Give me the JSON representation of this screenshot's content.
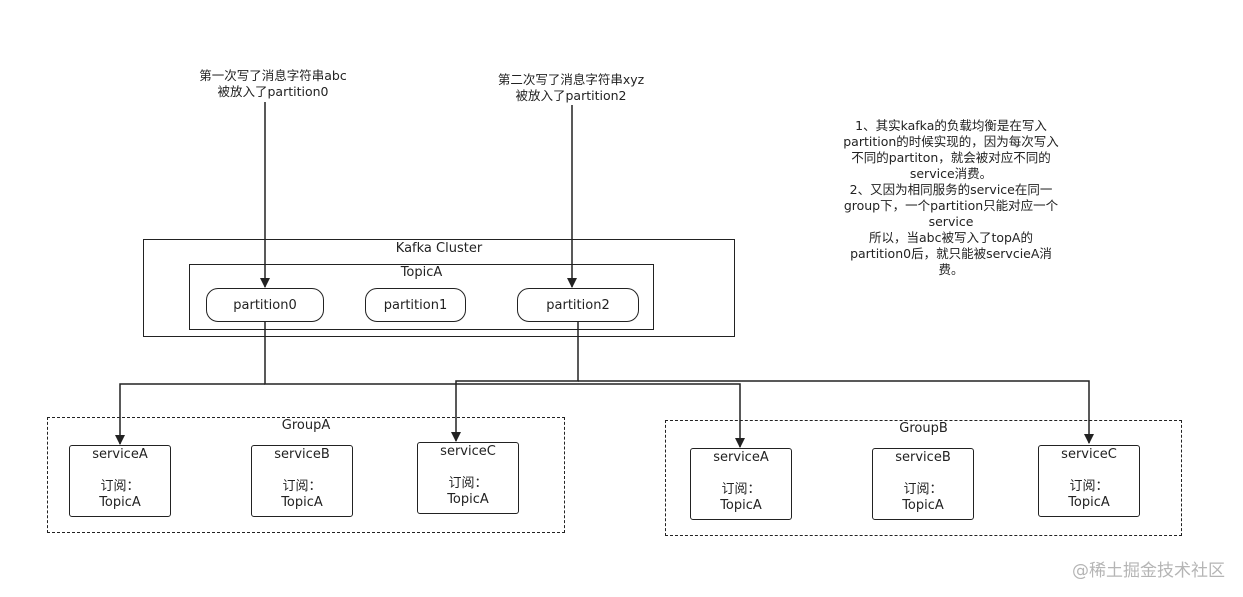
{
  "annotations": {
    "write_first": [
      "第一次写了消息字符串abc",
      "被放入了partition0"
    ],
    "write_second": [
      "第二次写了消息字符串xyz",
      "被放入了partition2"
    ],
    "explanation": [
      "1、其实kafka的负载均衡是在写入",
      "partition的时候实现的，因为每次写入",
      "不同的partiton，就会被对应不同的",
      "service消费。",
      "2、又因为相同服务的service在同一",
      "group下，一个partition只能对应一个",
      "service",
      "所以，当abc被写入了topA的",
      "partition0后，就只能被servcieA消",
      "费。"
    ]
  },
  "cluster": {
    "title": "Kafka Cluster",
    "topic": {
      "title": "TopicA",
      "partitions": [
        "partition0",
        "partition1",
        "partition2"
      ]
    }
  },
  "groups": [
    {
      "title": "GroupA",
      "services": [
        {
          "name": "serviceA",
          "sub_label": "订阅：",
          "topic": "TopicA"
        },
        {
          "name": "serviceB",
          "sub_label": "订阅：",
          "topic": "TopicA"
        },
        {
          "name": "serviceC",
          "sub_label": "订阅：",
          "topic": "TopicA"
        }
      ]
    },
    {
      "title": "GroupB",
      "services": [
        {
          "name": "serviceA",
          "sub_label": "订阅：",
          "topic": "TopicA"
        },
        {
          "name": "serviceB",
          "sub_label": "订阅：",
          "topic": "TopicA"
        },
        {
          "name": "serviceC",
          "sub_label": "订阅：",
          "topic": "TopicA"
        }
      ]
    }
  ],
  "watermark": "@稀土掘金技术社区",
  "colors": {
    "line": "#222222",
    "watermark": "#b5b5b5",
    "background": "#ffffff"
  }
}
